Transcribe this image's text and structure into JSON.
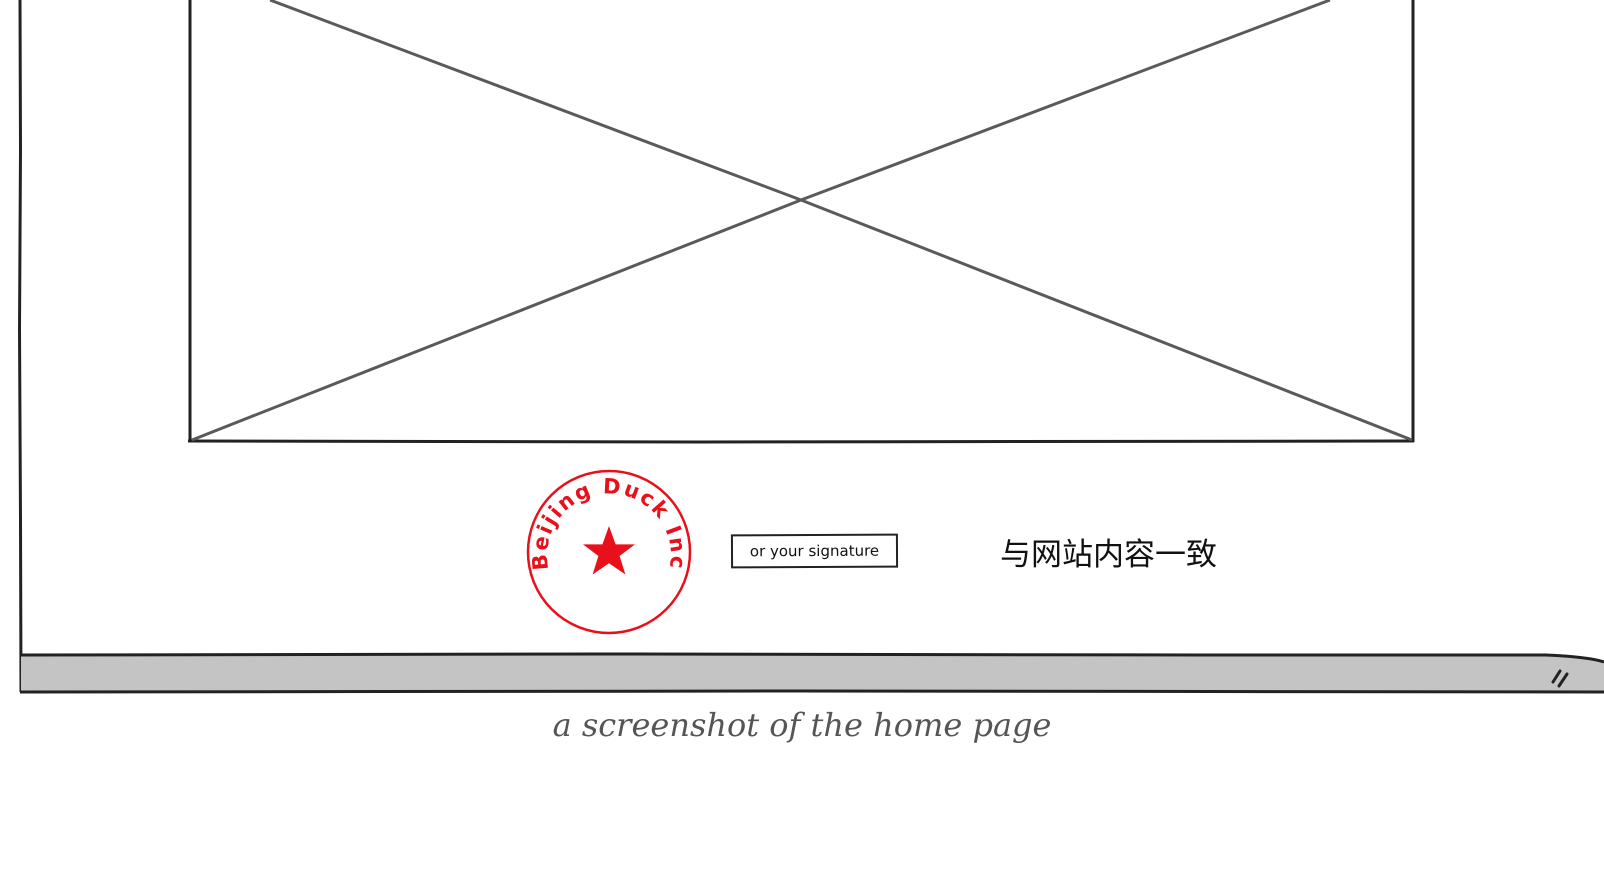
{
  "mockup": {
    "stamp_text": "Beijing Duck Inc",
    "signature_label": "or your signature",
    "content_note": "与网站内容一致"
  },
  "caption": "a screenshot of the home page",
  "colors": {
    "stamp_red": "#e8101a",
    "scrollbar_gray": "#c4c4c4",
    "line_dark": "#222222",
    "placeholder_line": "#5a5a5a",
    "caption_gray": "#555555"
  },
  "icons": {
    "stamp": "star-stamp-icon",
    "resize_handle": "resize-grip-icon",
    "image_placeholder": "image-placeholder-icon"
  }
}
